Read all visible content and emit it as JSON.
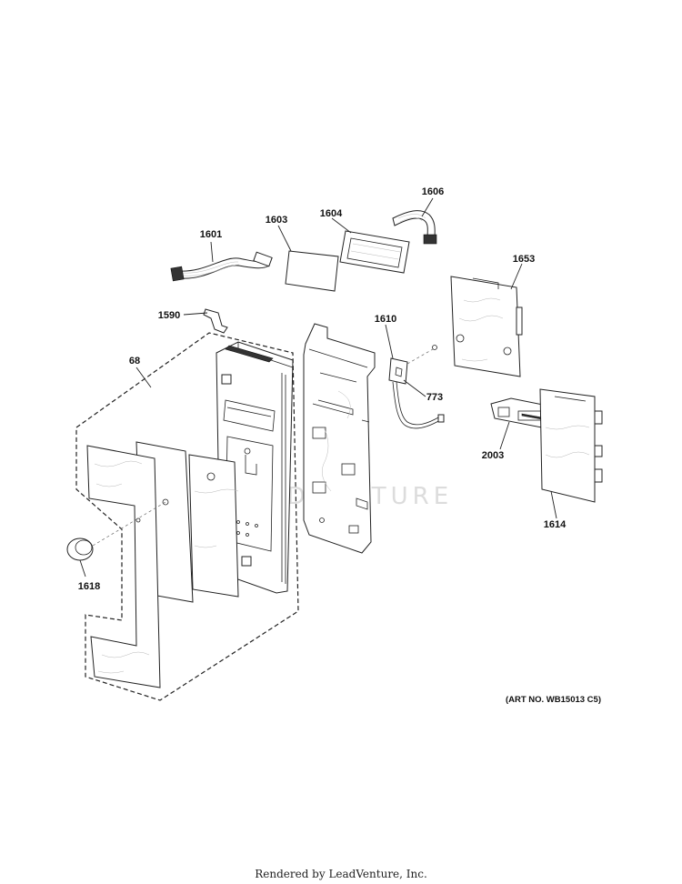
{
  "diagram": {
    "labels": {
      "p1601": "1601",
      "p1603": "1603",
      "p1604": "1604",
      "p1606": "1606",
      "p1653": "1653",
      "p1590": "1590",
      "p1610": "1610",
      "p68": "68",
      "p773": "773",
      "p2003": "2003",
      "p1614": "1614",
      "p1618": "1618"
    },
    "art_number": "(ART NO. WB15013 C5)",
    "watermark": "LEADVENTURE"
  },
  "footer": {
    "text": "Rendered by LeadVenture, Inc."
  }
}
